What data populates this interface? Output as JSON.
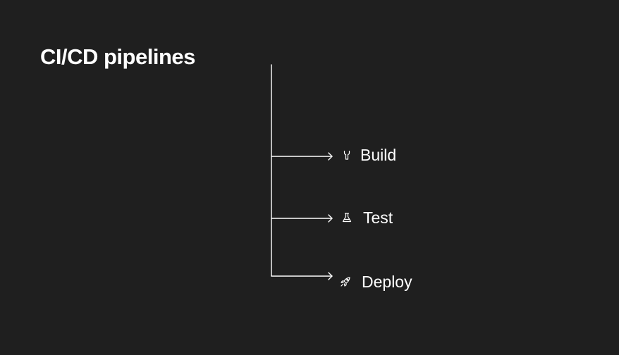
{
  "diagram": {
    "title": "CI/CD pipelines",
    "root_color": "#ffffff",
    "background": "#1f1f1f",
    "nodes": [
      {
        "label": "Build",
        "icon": "wrench-icon"
      },
      {
        "label": "Test",
        "icon": "flask-icon"
      },
      {
        "label": "Deploy",
        "icon": "rocket-icon"
      }
    ]
  }
}
